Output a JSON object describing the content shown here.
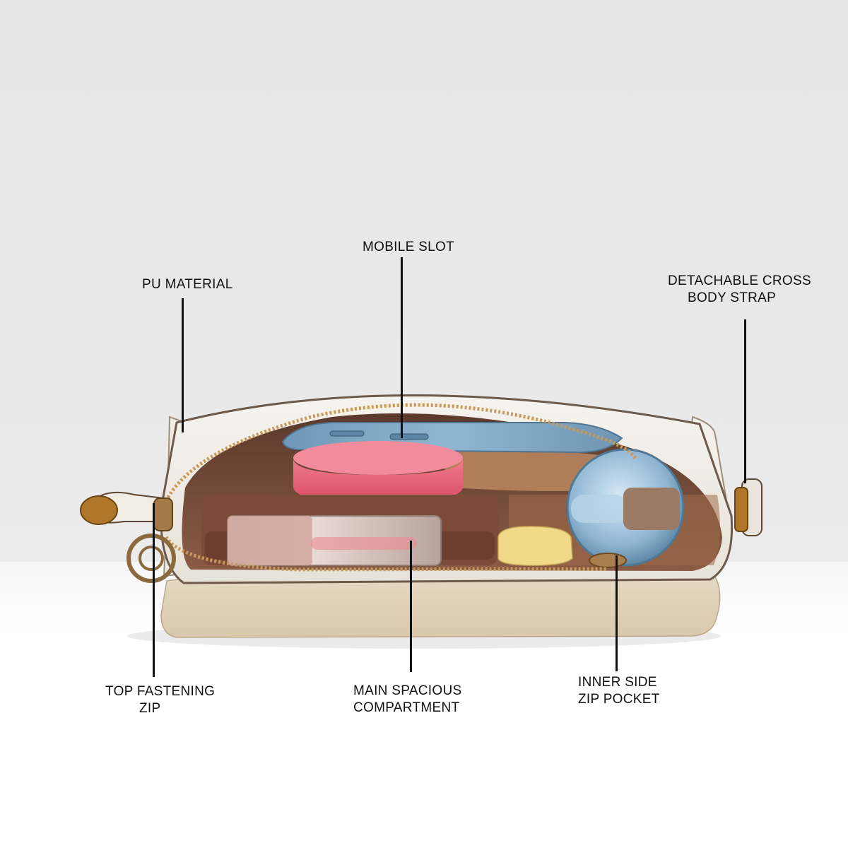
{
  "callouts": {
    "mobile_slot": "MOBILE SLOT",
    "pu_material": "PU MATERIAL",
    "strap_line1": "DETACHABLE CROSS",
    "strap_line2": "BODY STRAP",
    "zip_line1": "TOP FASTENING",
    "zip_line2": "ZIP",
    "compartment_line1": "MAIN SPACIOUS",
    "compartment_line2": "COMPARTMENT",
    "pocket_line1": "INNER SIDE",
    "pocket_line2": "ZIP POCKET"
  },
  "colors": {
    "bag_body": "#efebe3",
    "bag_base": "#e3d6c0",
    "lining": "#7a4f3c",
    "phone": "#7fa9c8",
    "compact": "#e35d73",
    "hardware": "#b0772a"
  }
}
